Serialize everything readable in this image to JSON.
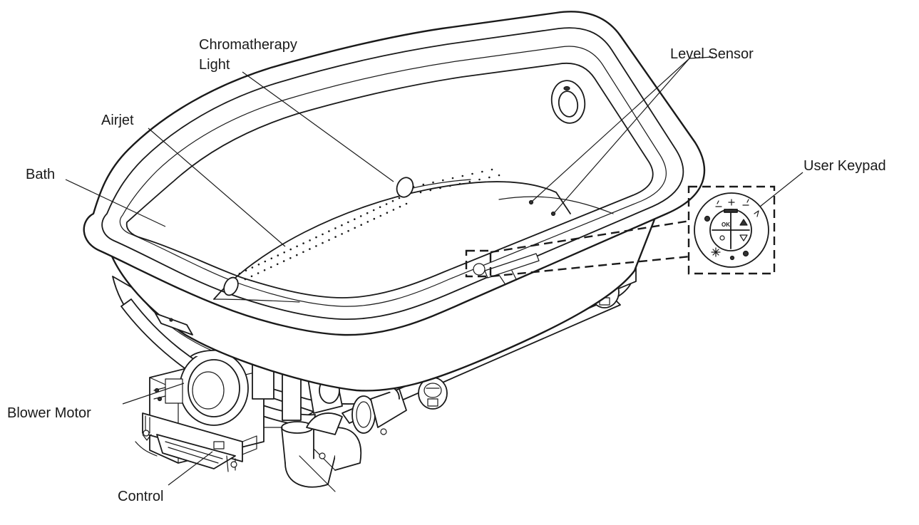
{
  "diagram": {
    "labels": {
      "chromatherapy_light_line1": "Chromatherapy",
      "chromatherapy_light_line2": "Light",
      "level_sensor": "Level Sensor",
      "airjet": "Airjet",
      "bath": "Bath",
      "user_keypad": "User Keypad",
      "blower_motor": "Blower Motor",
      "control": "Control"
    },
    "keypad": {
      "ok_label": "OK",
      "icons": [
        "bubbles-icon",
        "bath-fill-icon",
        "temperature-icon",
        "bath-drain-icon",
        "tap-icon",
        "light-icon",
        "pump-icon",
        "sun-icon",
        "power-icon",
        "up-arrow-icon",
        "down-arrow-icon"
      ]
    },
    "colors": {
      "line": "#1a1a1a",
      "fill": "#ffffff"
    }
  }
}
